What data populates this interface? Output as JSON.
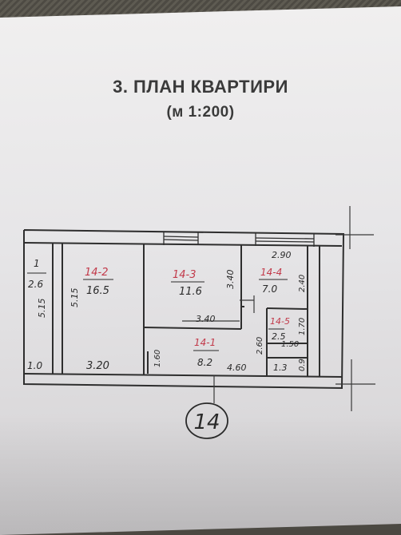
{
  "heading": {
    "title": "3. ПЛАН КВАРТИРИ",
    "scale": "(м 1:200)"
  },
  "rooms": [
    {
      "id": "1",
      "area": "2.6"
    },
    {
      "id": "14-2",
      "area": "16.5"
    },
    {
      "id": "14-3",
      "area": "11.6"
    },
    {
      "id": "14-4",
      "area": "7.0"
    },
    {
      "id": "14-5",
      "area": "2.5"
    },
    {
      "id": "14-1",
      "area": "8.2"
    }
  ],
  "room_extra": {
    "small_area": "1.3"
  },
  "dimensions": {
    "d_515": "5.15",
    "d_1_0": "1.0",
    "d_320": "3.20",
    "d_160": "1.60",
    "d_340a": "3.40",
    "d_340b": "3.40",
    "d_290": "2.90",
    "d_240": "2.40",
    "d_170": "1.70",
    "d_150": "1.50",
    "d_260": "2.60",
    "d_460": "4.60",
    "d_090": "0.9"
  },
  "apartment_number": "14",
  "colors": {
    "room_id_red": "#c23a4a",
    "ink": "#2a2a2a"
  }
}
